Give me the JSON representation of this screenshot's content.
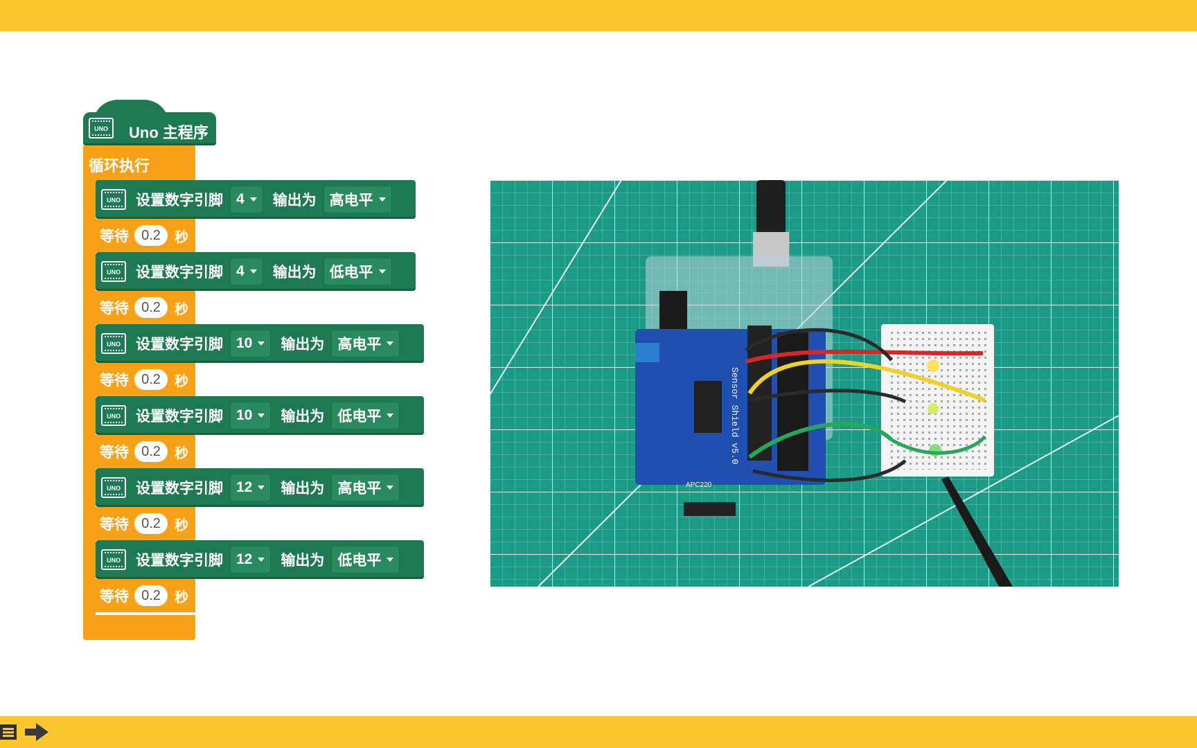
{
  "program": {
    "hat_label": "Uno 主程序",
    "loop_label": "循环执行",
    "uno_icon_text": "UNO",
    "set_label": "设置数字引脚",
    "output_label": "输出为",
    "wait_label": "等待",
    "wait_unit": "秒",
    "steps": [
      {
        "pin": "4",
        "level": "高电平",
        "wait": "0.2"
      },
      {
        "pin": "4",
        "level": "低电平",
        "wait": "0.2"
      },
      {
        "pin": "10",
        "level": "高电平",
        "wait": "0.2"
      },
      {
        "pin": "10",
        "level": "低电平",
        "wait": "0.2"
      },
      {
        "pin": "12",
        "level": "高电平",
        "wait": "0.2"
      },
      {
        "pin": "12",
        "level": "低电平",
        "wait": "0.2"
      }
    ]
  },
  "photo": {
    "board_text": "Sensor Shield v5.0",
    "module_text": "APC220"
  },
  "colors": {
    "accent": "#fcc72f",
    "block_green": "#1e7a52",
    "block_orange": "#f8a116",
    "mat": "#1b9a86"
  },
  "icons": {
    "menu": "menu-icon",
    "next": "arrow-right-icon"
  }
}
